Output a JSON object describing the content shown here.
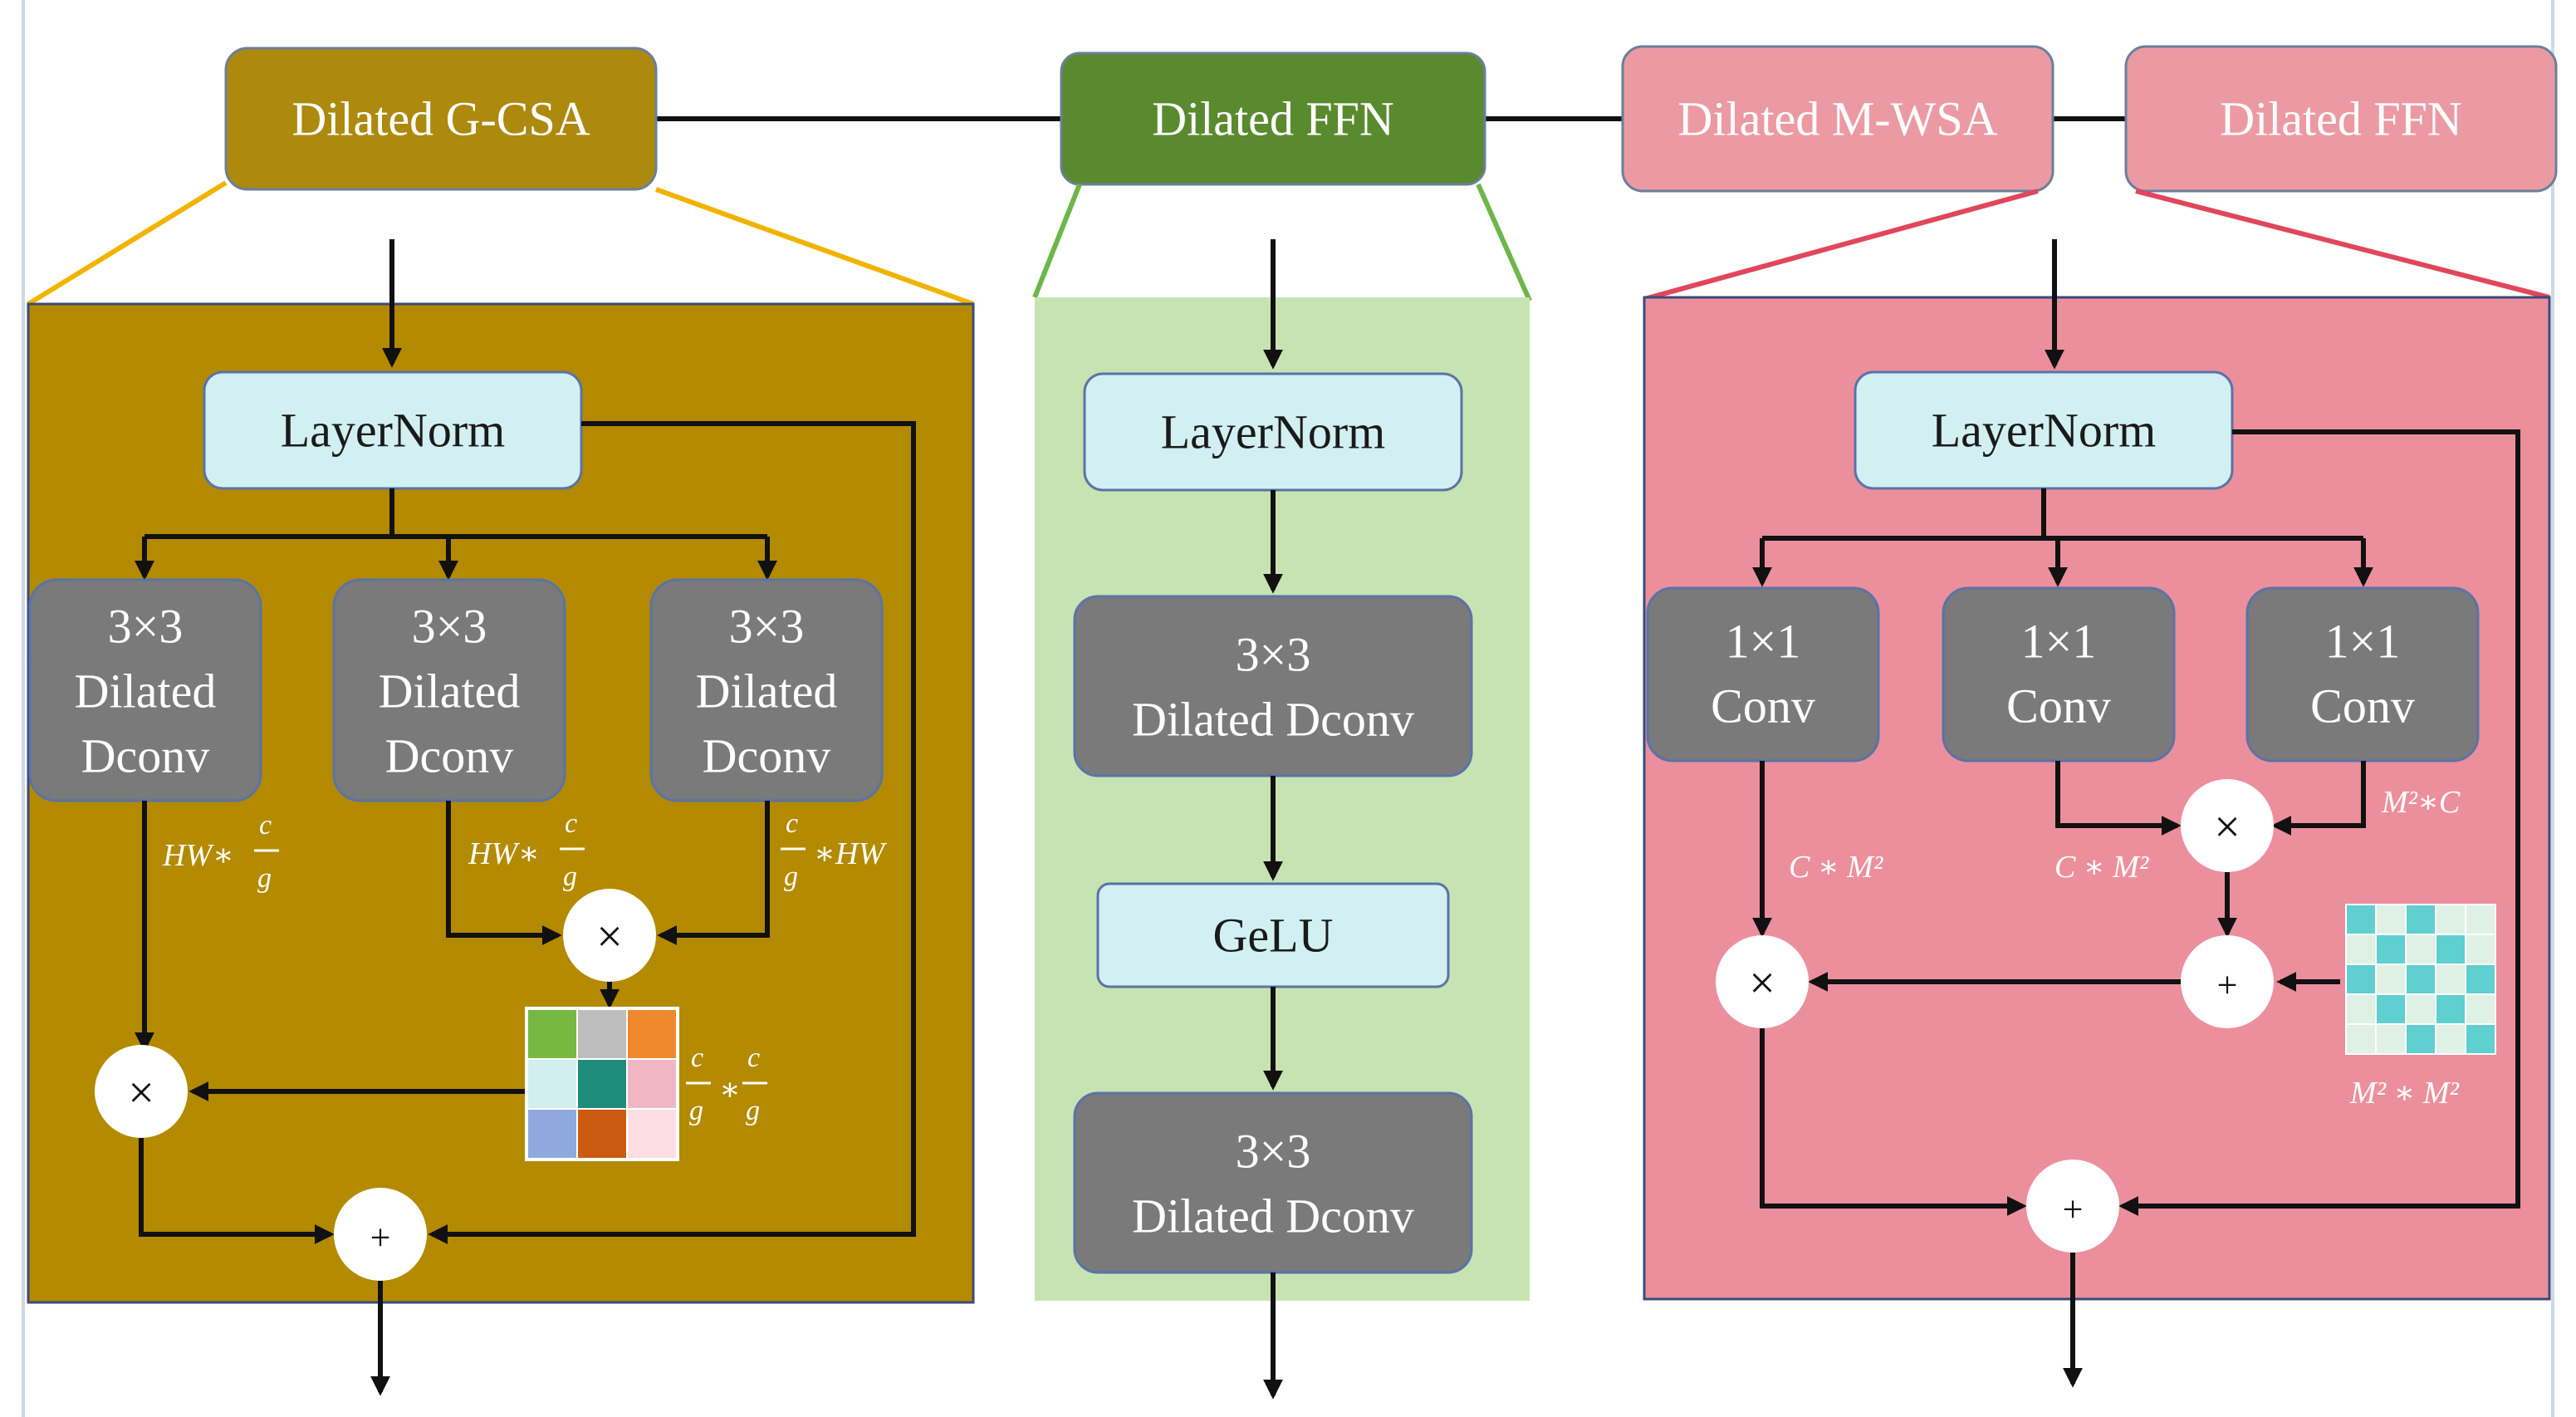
{
  "colors": {
    "gcsa_header": "#ad8a0d",
    "gcsa_panel": "#b38a00",
    "gcsa_connector": "#f0b400",
    "ffn_header": "#5a8a2e",
    "ffn_panel": "#c7e3b2",
    "ffn_connector": "#6db64a",
    "mwsa_header": "#eb9aa4",
    "mwsa_panel": "#ec8f9c",
    "mwsa_connector": "#e0475c",
    "norm_box": "#d2f0f2",
    "conv_box": "#7a7a7a"
  },
  "headers": {
    "gcsa": "Dilated G-CSA",
    "ffn1": "Dilated FFN",
    "mwsa": "Dilated M-WSA",
    "ffn2": "Dilated FFN"
  },
  "gcsa": {
    "norm": "LayerNorm",
    "conv_top": "3×3",
    "conv_mid": "Dilated",
    "conv_bot": "Dconv",
    "mult": "×",
    "add": "+",
    "labels": {
      "hw": "HW",
      "c": "c",
      "g": "g",
      "star": "∗"
    },
    "attention_colors": [
      "#77b843",
      "#bdbdbd",
      "#f0892e",
      "#d2eeee",
      "#1f8b7a",
      "#f1b6c3",
      "#8fa9de",
      "#c95c10",
      "#fcdde3"
    ]
  },
  "ffn": {
    "norm": "LayerNorm",
    "conv1_top": "3×3",
    "conv1_bot": "Dilated Dconv",
    "act": "GeLU",
    "conv2_top": "3×3",
    "conv2_bot": "Dilated Dconv"
  },
  "mwsa": {
    "norm": "LayerNorm",
    "conv_top": "1×1",
    "conv_bot": "Conv",
    "mult": "×",
    "add": "+",
    "labels": {
      "cm2": "C ∗ M²",
      "m2c": "M²∗C",
      "m2m2": "M² ∗ M²"
    },
    "mask_colors": [
      "#5fcfcf",
      "#dff1e4"
    ]
  }
}
